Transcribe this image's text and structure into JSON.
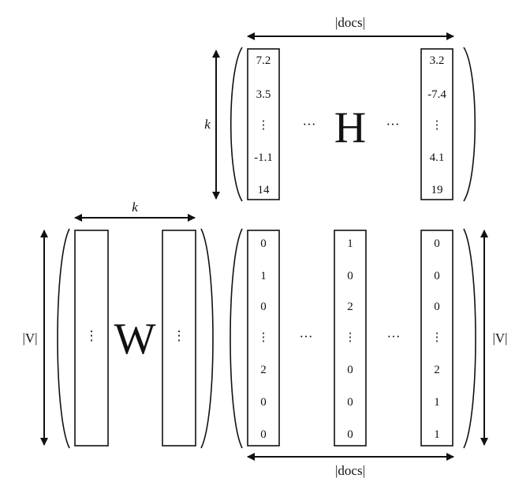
{
  "h_matrix": {
    "name": "H",
    "left_column": [
      "7.2",
      "3.5",
      "⋮",
      "-1.1",
      "14"
    ],
    "right_column": [
      "3.2",
      "-7.4",
      "⋮",
      "4.1",
      "19"
    ],
    "ellipsis": "···"
  },
  "w_matrix": {
    "name": "W",
    "vdots": "⋮"
  },
  "v_matrix": {
    "col1": [
      "0",
      "1",
      "0",
      "⋮",
      "2",
      "0",
      "0"
    ],
    "col2": [
      "1",
      "0",
      "2",
      "⋮",
      "0",
      "0",
      "0"
    ],
    "col3": [
      "0",
      "0",
      "0",
      "⋮",
      "2",
      "1",
      "1"
    ],
    "ellipsis": "···"
  },
  "labels": {
    "docs_top": "|docs|",
    "docs_bottom": "|docs|",
    "k_top": "k",
    "k_left": "k",
    "v_left": "|V|",
    "v_right": "|V|"
  }
}
